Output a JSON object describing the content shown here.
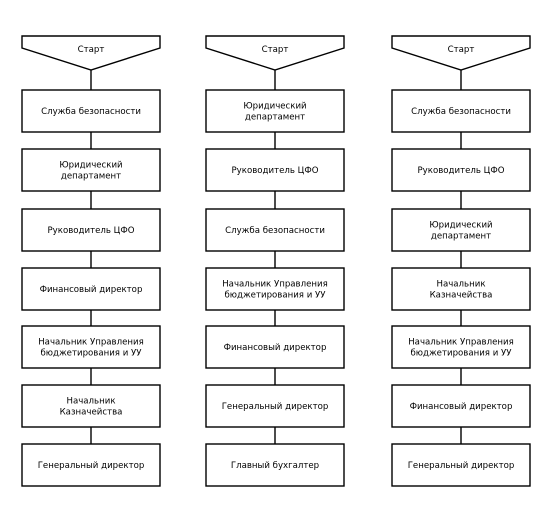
{
  "flowcharts": [
    {
      "start_label": "Старт",
      "steps": [
        "Служба безопасности",
        "Юридический\nдепартамент",
        "Руководитель ЦФО",
        "Финансовый директор",
        "Начальник Управления\nбюджетирования и УУ",
        "Начальник\nКазначейства",
        "Генеральный директор"
      ]
    },
    {
      "start_label": "Старт",
      "steps": [
        "Юридический\nдепартамент",
        "Руководитель ЦФО",
        "Служба безопасности",
        "Начальник Управления\nбюджетирования и УУ",
        "Финансовый директор",
        "Генеральный директор",
        "Главный бухгалтер"
      ]
    },
    {
      "start_label": "Старт",
      "steps": [
        "Служба безопасности",
        "Руководитель ЦФО",
        "Юридический\nдепартамент",
        "Начальник\nКазначейства",
        "Начальник Управления\nбюджетирования и УУ",
        "Финансовый директор",
        "Генеральный директор"
      ]
    }
  ]
}
